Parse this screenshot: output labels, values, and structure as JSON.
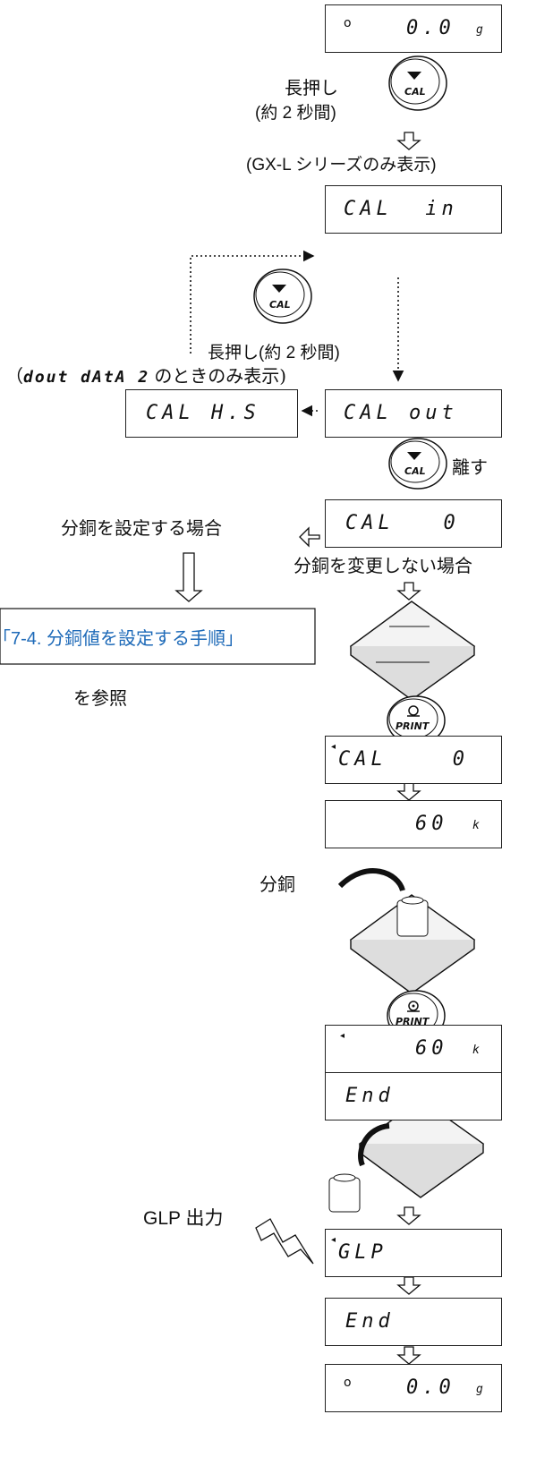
{
  "displays": {
    "zero_top": {
      "value": "0.0",
      "unit": "g"
    },
    "cal_in": "CAL  in",
    "cal_his": "CAL H.S",
    "cal_out": "CAL out",
    "cal_0": "CAL   0",
    "cal_0_mark": "CAL    0",
    "val_60": "60",
    "val_60_unit": "k",
    "val_60_mark": "60",
    "end_1": "End",
    "glp": "GLP",
    "end_2": "End",
    "zero_bottom": {
      "value": "0.0",
      "unit": "g"
    }
  },
  "labels": {
    "long_press": "長押し",
    "about_2s": "(約 2 秒間)",
    "gxl_only": "(GX-L シリーズのみ表示)",
    "long_press_2s": "長押し(約 2 秒間)",
    "dout_prefix": "（",
    "dout_text": "dout dAtA 2",
    "dout_only": "のときのみ表示)",
    "release": "離す",
    "set_weight_case": "分銅を設定する場合",
    "no_change_case": "分銅を変更しない場合",
    "procedure_link": "「7-4. 分銅値を設定する手順」",
    "refer": "を参照",
    "weight": "分銅",
    "glp_output": "GLP 出力"
  },
  "keys": {
    "cal": "CAL",
    "print": "PRINT"
  }
}
